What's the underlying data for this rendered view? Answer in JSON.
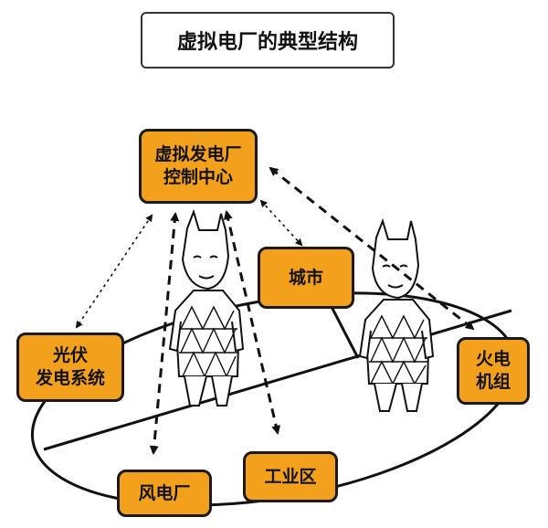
{
  "title": "虚拟电厂的典型结构",
  "nodes": {
    "control_center": {
      "line1": "虚拟发电厂",
      "line2": "控制中心"
    },
    "city": {
      "label": "城市"
    },
    "pv": {
      "line1": "光伏",
      "line2": "发电系统"
    },
    "thermal": {
      "line1": "火电",
      "line2": "机组"
    },
    "wind": {
      "label": "风电厂"
    },
    "industrial": {
      "label": "工业区"
    }
  },
  "colors": {
    "node_fill": "#f3a11c",
    "outline": "#1a1a1a"
  }
}
